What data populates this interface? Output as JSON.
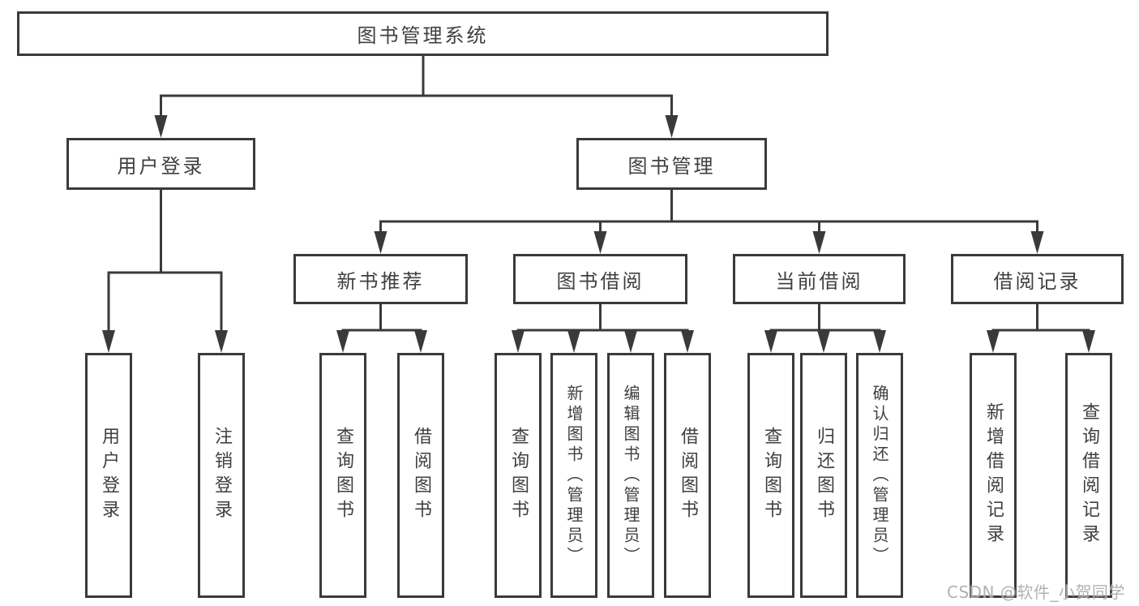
{
  "diagram": {
    "title": "图书管理系统",
    "level2": {
      "user_login": "用户登录",
      "book_management": "图书管理"
    },
    "level3": {
      "new_book_recommend": "新书推荐",
      "book_borrow": "图书借阅",
      "current_borrow": "当前借阅",
      "borrow_records": "借阅记录"
    },
    "leaves": {
      "user_login": "用户登录",
      "logout": "注销登录",
      "recommend_query_books": "查询图书",
      "recommend_borrow_books": "借阅图书",
      "borrow_query_books": "查询图书",
      "borrow_add_books": "新增图书（管理员）",
      "borrow_edit_books": "编辑图书（管理员）",
      "borrow_borrow_books": "借阅图书",
      "current_query_books": "查询图书",
      "current_return_books": "归还图书",
      "current_confirm_return": "确认归还（管理员）",
      "records_add_record": "新增借阅记录",
      "records_query_record": "查询借阅记录"
    },
    "watermark": "CSDN @软件_小贺同学"
  },
  "colors": {
    "line": "#3a3a3a",
    "text": "#3f3f3f",
    "watermark": "#a9a9a9",
    "background": "#ffffff"
  }
}
